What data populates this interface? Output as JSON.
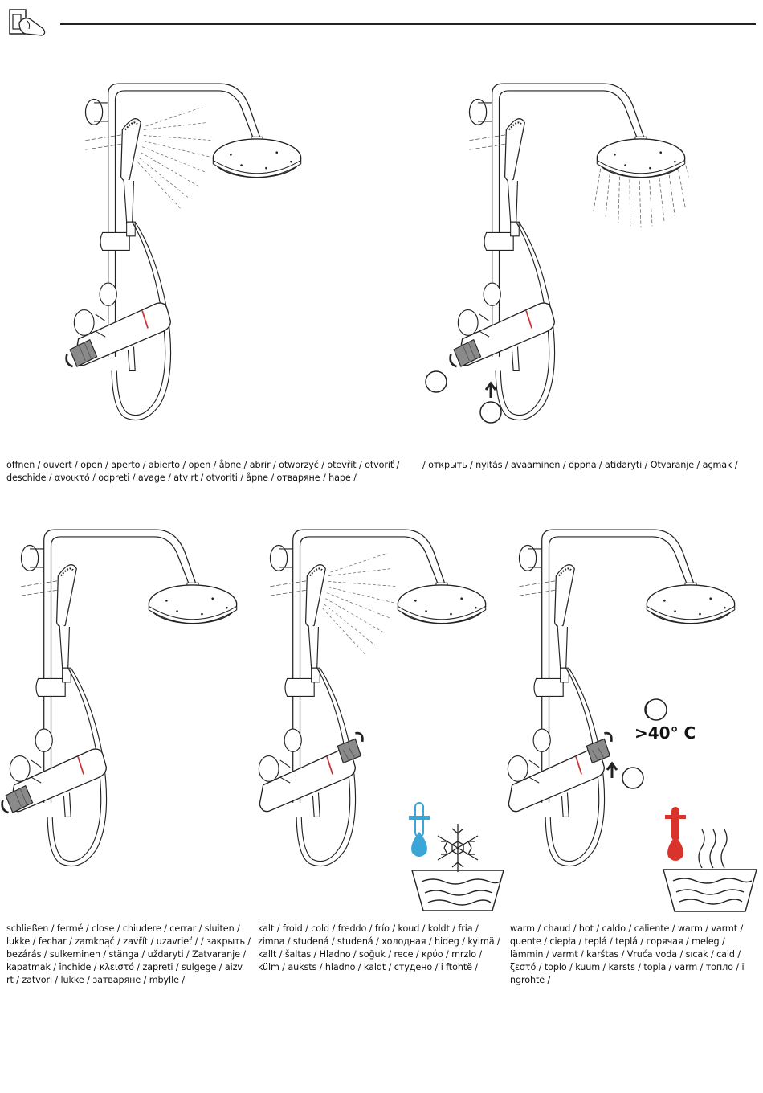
{
  "captions": {
    "open_1": "öffnen / ouvert / open / aperto / abierto / open / åbne / abrir / otworzyć / otevřít / otvoriť / deschide / ανοικτό / odpreti / avage / atv rt / otvoriti / åpne / отваряне / hape /",
    "open_2": "/ открыть / nyitás / avaaminen / öppna / atidaryti / Otvaranje / açmak /",
    "close": "schließen / fermé / close / chiudere / cerrar / sluiten / lukke / fechar / zamknąć / zavřít / uzavrieť / / закрыть / bezárás / sulkeminen / stänga / uždaryti / Zatvaranje / kapatmak / închide / κλειστό / zapreti / sulgege / aizv rt / zatvori / lukke / затваряне / mbylle /",
    "cold": "kalt / froid / cold / freddo / frío / koud / koldt / fria / zimna / studená / studená / холодная / hideg / kylmä / kallt / šaltas / Hladno / soğuk / rece / κρύο / mrzlo / külm / auksts / hladno / kaldt / студено / i ftohtë /",
    "warm": "warm / chaud / hot / caldo / caliente / warm / varmt / quente / ciepła / teplá / teplá / горячая / meleg / lämmin / varmt / karštas / Vruća voda / sıcak / cald / ζεστό / toplo / kuum / karsts / topla / varm / топло / i ngrohtë /"
  },
  "temp_label": ">40° C",
  "colors": {
    "cold": "#3aa6d8",
    "hot": "#d9342b",
    "line": "#222222",
    "grip": "#8a8a8a"
  }
}
